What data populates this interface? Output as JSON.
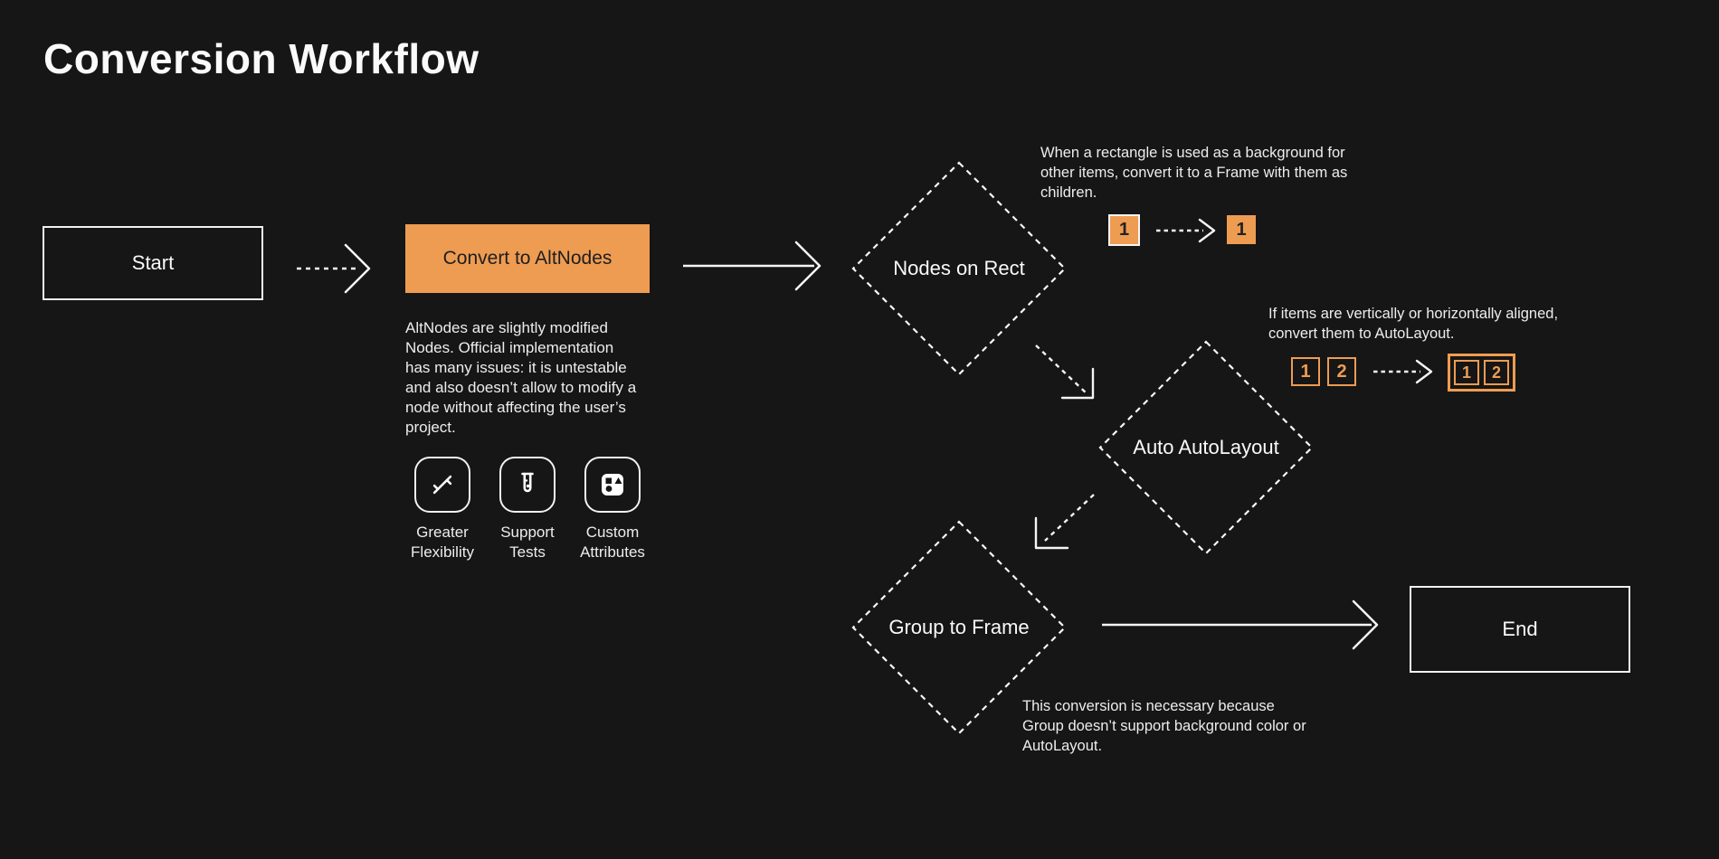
{
  "page": {
    "title": "Conversion Workflow"
  },
  "colors": {
    "background": "#161616",
    "foreground": "#F5F5F5",
    "accent_orange": "#EE9C52",
    "dark_text": "#1E1E1E"
  },
  "flow": {
    "start": {
      "label": "Start"
    },
    "convert_to_altnodes": {
      "label": "Convert to AltNodes",
      "description": "AltNodes are slightly modified Nodes. Official implementation has many issues: it is untestable and also doesn’t allow to modify a node without affecting the user’s project.",
      "features": [
        {
          "icon": "expand-arrows-icon",
          "label": "Greater Flexibility"
        },
        {
          "icon": "test-tube-icon",
          "label": "Support Tests"
        },
        {
          "icon": "shapes-icon",
          "label": "Custom Attributes"
        }
      ]
    },
    "nodes_on_rect": {
      "label": "Nodes on Rect",
      "note": "When a rectangle is used as a background for other items, convert it to a Frame with them as children.",
      "example": {
        "before": "1",
        "after": "1"
      }
    },
    "auto_autolayout": {
      "label": "Auto AutoLayout",
      "note": "If items are vertically or horizontally aligned, convert them to AutoLayout.",
      "example": {
        "items_before": [
          "1",
          "2"
        ],
        "items_after": [
          "1",
          "2"
        ]
      }
    },
    "group_to_frame": {
      "label": "Group to Frame",
      "note": "This conversion is necessary because Group doesn’t support background color or AutoLayout."
    },
    "end": {
      "label": "End"
    }
  }
}
